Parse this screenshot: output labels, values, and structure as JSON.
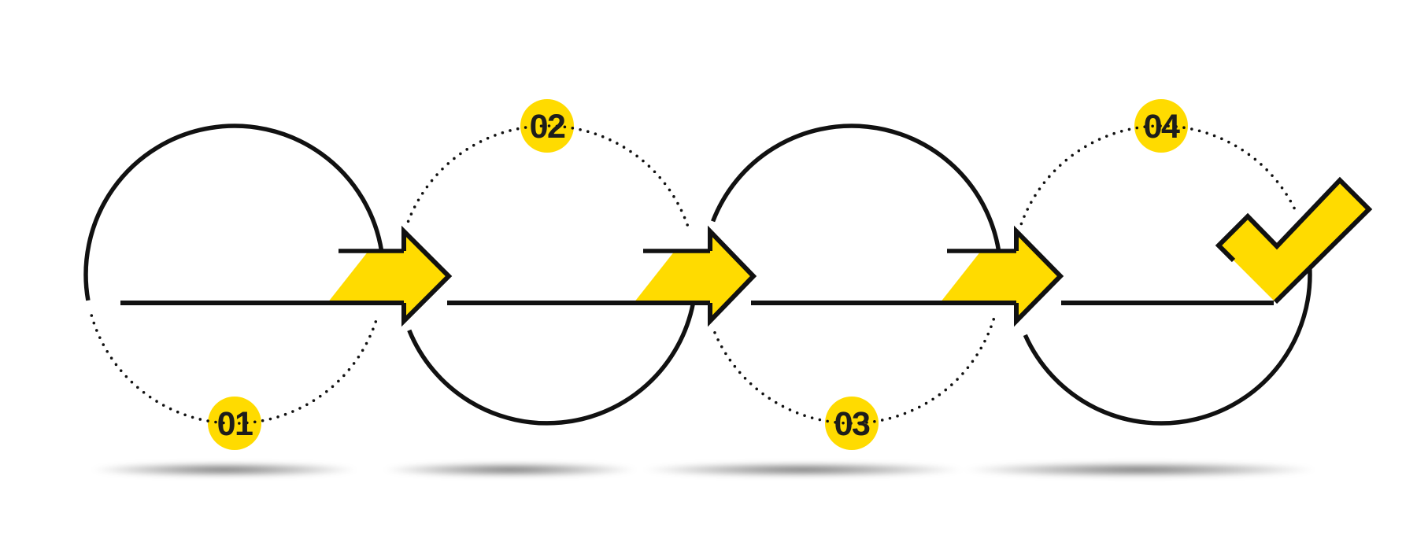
{
  "diagram": {
    "type": "process-timeline",
    "step_count": 4,
    "steps": [
      {
        "number": "01",
        "badge_position": "bottom",
        "circle_style": "solid-top-dotted-bottom"
      },
      {
        "number": "02",
        "badge_position": "top",
        "circle_style": "dotted-top-solid-bottom"
      },
      {
        "number": "03",
        "badge_position": "bottom",
        "circle_style": "solid-top-dotted-bottom"
      },
      {
        "number": "04",
        "badge_position": "top",
        "circle_style": "dotted-top-solid-bottom"
      }
    ],
    "connectors": [
      {
        "from": "01",
        "to": "02",
        "type": "arrow-right"
      },
      {
        "from": "02",
        "to": "03",
        "type": "arrow-right"
      },
      {
        "from": "03",
        "to": "04",
        "type": "arrow-right"
      }
    ],
    "end_marker": {
      "type": "checkmark",
      "meaning": "complete"
    },
    "colors": {
      "accent_yellow": "#FFDB00",
      "stroke_black": "#111111",
      "number_text": "#1D1D1B",
      "background": "#FFFFFF"
    }
  }
}
